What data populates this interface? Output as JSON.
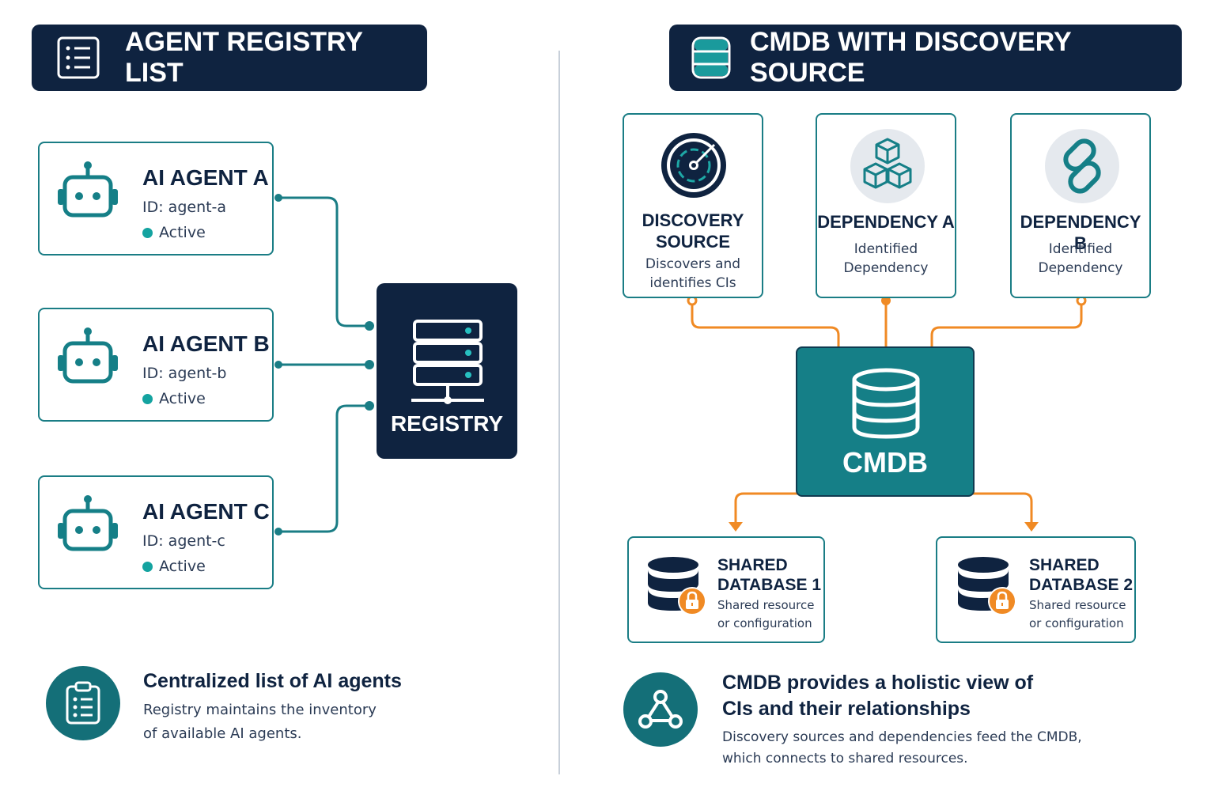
{
  "left": {
    "banner_title": "AGENT REGISTRY LIST",
    "agents": [
      {
        "name": "AI AGENT A",
        "id": "ID: agent-a",
        "status": "Active"
      },
      {
        "name": "AI AGENT B",
        "id": "ID: agent-b",
        "status": "Active"
      },
      {
        "name": "AI AGENT C",
        "id": "ID: agent-c",
        "status": "Active"
      }
    ],
    "registry_label": "REGISTRY",
    "footer": {
      "title": "Centralized list of AI agents",
      "line1": "Registry maintains the inventory",
      "line2": "of available AI agents."
    }
  },
  "right": {
    "banner_title": "CMDB WITH DISCOVERY SOURCE",
    "sources": [
      {
        "title1": "DISCOVERY",
        "title2": "SOURCE",
        "desc1": "Discovers and",
        "desc2": "identifies CIs"
      },
      {
        "title1": "DEPENDENCY A",
        "desc1": "Identified",
        "desc2": "Dependency"
      },
      {
        "title1": "DEPENDENCY B",
        "desc1": "Identified",
        "desc2": "Dependency"
      }
    ],
    "cmdb_label": "CMDB",
    "databases": [
      {
        "title1": "SHARED",
        "title2": "DATABASE 1",
        "desc1": "Shared resource",
        "desc2": "or configuration"
      },
      {
        "title1": "SHARED",
        "title2": "DATABASE 2",
        "desc1": "Shared resource",
        "desc2": "or configuration"
      }
    ],
    "footer": {
      "title1": "CMDB provides a holistic view of",
      "title2": "CIs and their relationships",
      "line1": "Discovery sources and dependencies feed the CMDB,",
      "line2": "which connects to shared resources."
    }
  },
  "colors": {
    "navy": "#0f2340",
    "teal": "#1a7d85",
    "cmdb_teal": "#157f87",
    "orange": "#f08a24",
    "status_green": "#14a3a0"
  },
  "icons": [
    "list-icon",
    "database-icon",
    "robot-icon",
    "server-icon",
    "radar-icon",
    "cubes-icon",
    "link-icon",
    "lock-icon",
    "clipboard-icon",
    "network-icon"
  ]
}
